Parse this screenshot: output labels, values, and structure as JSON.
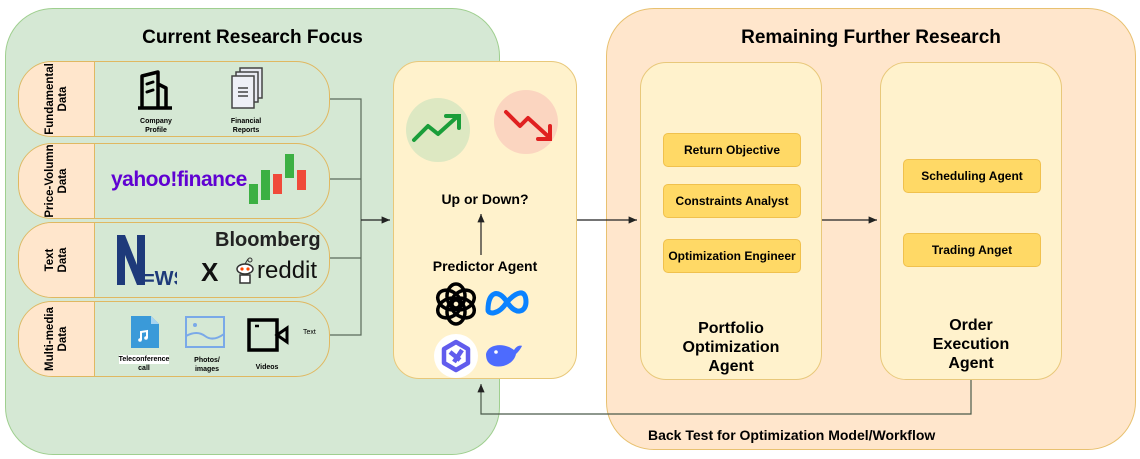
{
  "current": {
    "title": "Current Research Focus",
    "rows": [
      {
        "label": "Fundamental\nData",
        "label_line1": "Fundamental",
        "label_line2": "Data",
        "items": [
          {
            "icon": "building-icon",
            "label1": "Company",
            "label2": "Profile"
          },
          {
            "icon": "documents-icon",
            "label1": "Financial",
            "label2": "Reports"
          }
        ]
      },
      {
        "label_line1": "Price-Volumn",
        "label_line2": "Data",
        "items": [
          {
            "icon": "yahoo-finance-logo",
            "text": "yahoo!finance"
          },
          {
            "icon": "candlestick-icon"
          }
        ]
      },
      {
        "label_line1": "Text",
        "label_line2": "Data",
        "items": [
          {
            "icon": "news-logo",
            "text": "N=WS"
          },
          {
            "icon": "bloomberg-logo",
            "text": "Bloomberg"
          },
          {
            "icon": "x-logo",
            "text": "𝕏"
          },
          {
            "icon": "reddit-logo",
            "text": "reddit"
          }
        ]
      },
      {
        "label_line1": "Multi-media",
        "label_line2": "Data",
        "items": [
          {
            "icon": "audio-file-icon",
            "label1": "Teleconference",
            "label2": "call"
          },
          {
            "icon": "image-icon",
            "label1": "Photos/",
            "label2": "images"
          },
          {
            "icon": "video-camera-icon",
            "label1": "Videos"
          },
          {
            "text": "Text"
          }
        ]
      }
    ],
    "predictor": {
      "question": "Up or Down?",
      "title": "Predictor Agent",
      "up_color": "#1a9e3a",
      "down_color": "#e02020",
      "models": [
        "openai-icon",
        "meta-icon",
        "qwen-icon",
        "deepseek-icon"
      ]
    }
  },
  "remaining": {
    "title": "Remaining Further Research",
    "portfolio": {
      "chips": [
        "Return Objective",
        "Constraints Analyst",
        "Optimization Engineer"
      ],
      "title_lines": [
        "Portfolio",
        "Optimization",
        "Agent"
      ]
    },
    "execution": {
      "chips": [
        "Scheduling Agent",
        "Trading Anget"
      ],
      "title_lines": [
        "Order",
        "Execution",
        "Agent"
      ]
    },
    "backtest_label": "Back Test for Optimization Model/Workflow"
  },
  "colors": {
    "green_panel": "#d5e8d4",
    "orange_panel": "#ffe6cc",
    "yellow_box": "#fff2cc",
    "chip": "#ffd966"
  }
}
